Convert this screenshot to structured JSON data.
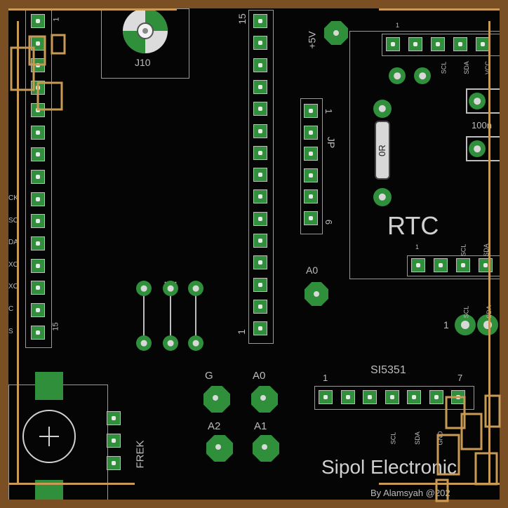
{
  "header": {
    "j_label": "J10",
    "supply_label": "+5V"
  },
  "left_header": {
    "pin_start": "1",
    "pin_end": "15",
    "side_labels": [
      "CK",
      "SC",
      "DA",
      "XO",
      "XO",
      "C",
      "S"
    ]
  },
  "center_header": {
    "pin_end_top": "15",
    "pin_start_bottom": "1"
  },
  "jp_header": {
    "name": "JP",
    "pin_first": "1",
    "pin_last": "6"
  },
  "rtc": {
    "title": "RTC",
    "top_pins": [
      "1",
      "SCL",
      "SDA",
      "VCC"
    ],
    "bottom_pins": [
      "1",
      "SCL",
      "SDA"
    ],
    "resistor": "0R",
    "side_value": "100n"
  },
  "connectors": {
    "a0_upper": "A0",
    "g": "G",
    "a0": "A0",
    "a2": "A2",
    "a1": "A1",
    "right_i2c": [
      "SCL",
      "SDA"
    ],
    "right_i2c_pin": "1"
  },
  "si5351": {
    "title": "SI5351",
    "pin_first": "1",
    "pin_last": "7",
    "pin_labels": [
      "SCL",
      "SDA",
      "GND"
    ]
  },
  "freq": {
    "label": "FREK"
  },
  "brand": {
    "title": "Sipol Electronic",
    "byline": "By Alamsyah @202"
  }
}
